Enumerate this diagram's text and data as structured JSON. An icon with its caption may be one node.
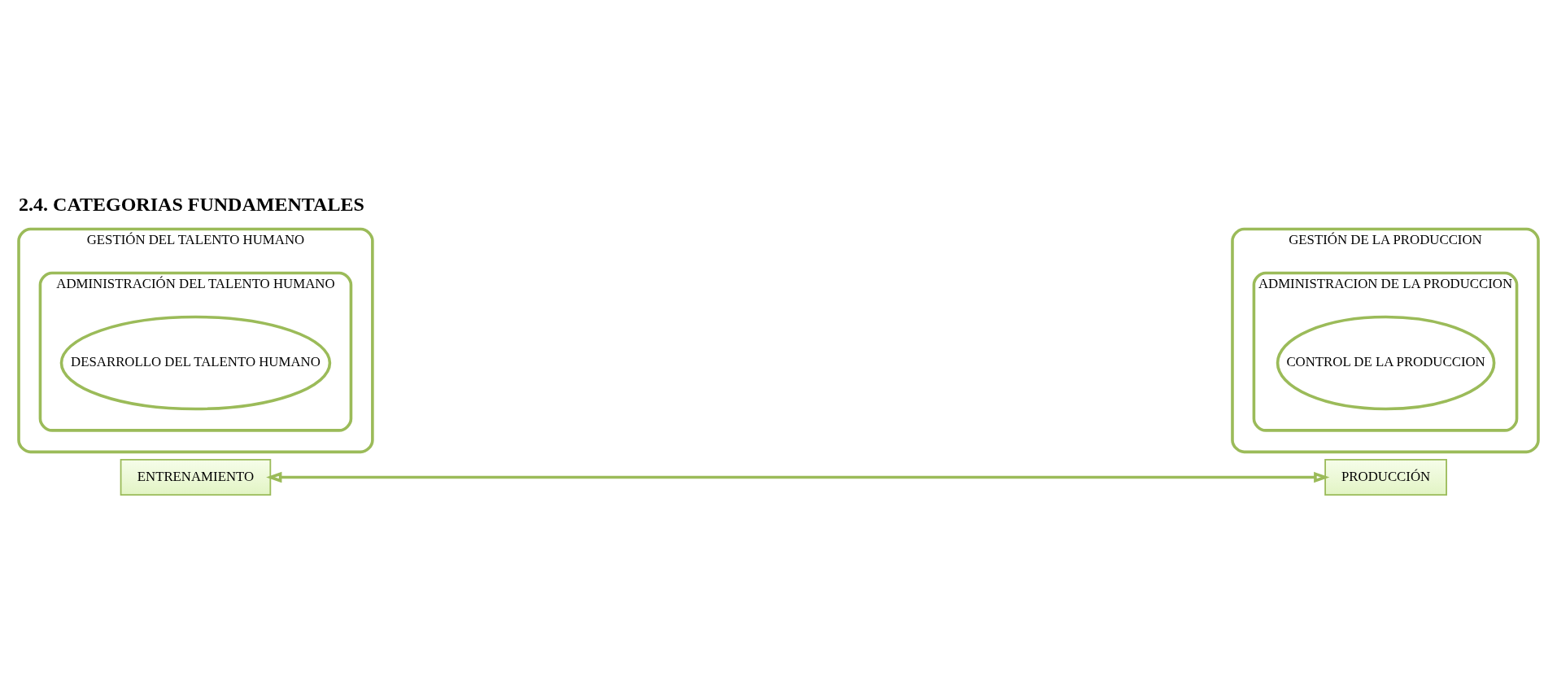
{
  "diagram": {
    "title": "2.4. CATEGORIAS FUNDAMENTALES",
    "nodes": [
      {
        "text": [
          "GESTIÓN DEL TALENTO HUMANO"
        ]
      },
      {
        "text": [
          "ADMINISTRACIÓN DEL TALENTO HUMANO"
        ],
        "in": 0
      },
      {
        "text": [
          "DESARROLLO DEL TALENTO HUMANO"
        ],
        "in": 1
      },
      {
        "text": [
          "ENTRENAMIENTO"
        ]
      },
      {
        "text": [
          "GESTIÓN DE LA PRODUCCION"
        ]
      },
      {
        "text": [
          "ADMINISTRACION DE LA PRODUCCION"
        ],
        "in": 4
      },
      {
        "text": [
          "CONTROL DE LA PRODUCCION"
        ],
        "in": 5
      },
      {
        "text": [
          "PRODUCCIÓN"
        ]
      }
    ],
    "edges": [
      {
        "from": 3,
        "to": 7,
        "arrow": "both"
      }
    ]
  }
}
